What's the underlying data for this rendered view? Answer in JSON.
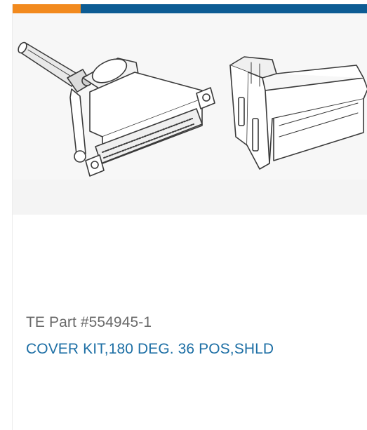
{
  "product": {
    "part_number": "TE Part #554945-1",
    "title": "COVER KIT,180 DEG. 36 POS,SHLD",
    "image_label": "connector-cover-kit-image"
  },
  "colors": {
    "accent_orange": "#f28a1e",
    "accent_blue": "#0d5c94",
    "title_link": "#1d6fa5",
    "part_number_text": "#6a6a6a"
  }
}
